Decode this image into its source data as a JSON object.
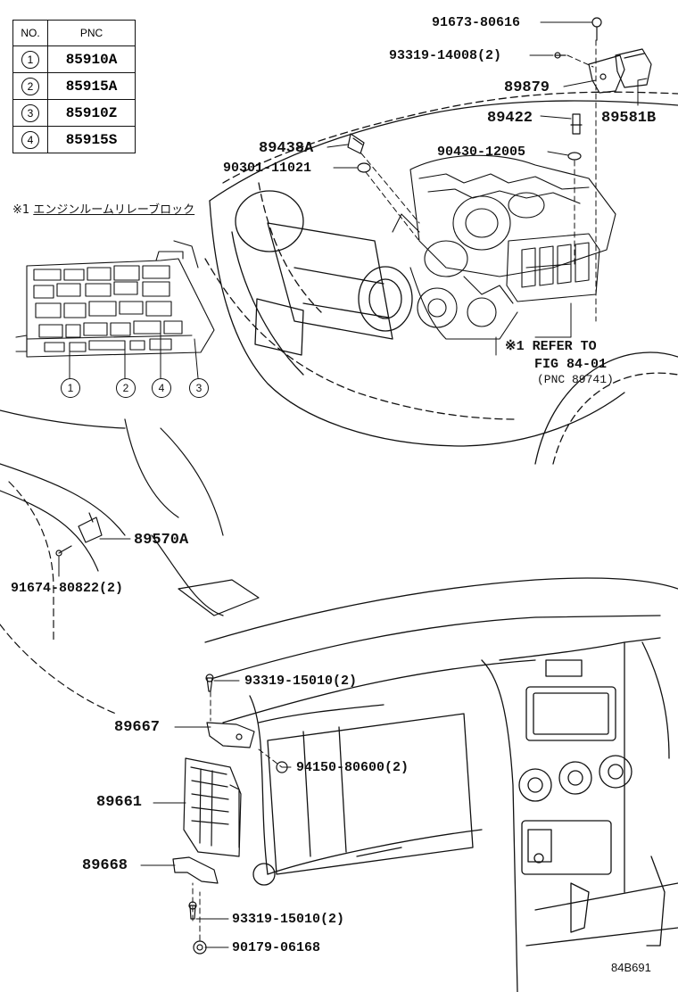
{
  "pnc_table": {
    "headers": {
      "no": "NO.",
      "pnc": "PNC"
    },
    "rows": [
      {
        "no": "1",
        "pnc": "85910A"
      },
      {
        "no": "2",
        "pnc": "85915A"
      },
      {
        "no": "3",
        "pnc": "85910Z"
      },
      {
        "no": "4",
        "pnc": "85915S"
      }
    ]
  },
  "relay_block_note": {
    "mark": "※1 ",
    "text": "エンジンルームリレーブロック"
  },
  "relay_callouts": [
    "1",
    "2",
    "4",
    "3"
  ],
  "part_labels": {
    "p91673": "91673-80616",
    "p93319_14008": "93319-14008(2)",
    "p89879": "89879",
    "p89422": "89422",
    "p89581b": "89581B",
    "p89438a": "89438A",
    "p90301": "90301-11021",
    "p90430": "90430-12005",
    "p89570a": "89570A",
    "p91674": "91674-80822(2)",
    "p93319_15010_top": "93319-15010(2)",
    "p89667": "89667",
    "p94150": "94150-80600(2)",
    "p89661": "89661",
    "p89668": "89668",
    "p93319_15010_bot": "93319-15010(2)",
    "p90179": "90179-06168"
  },
  "refer_note": {
    "line1": "※1 REFER TO",
    "line2": "FIG 84-01",
    "line3": "(PNC 89741)"
  },
  "figure_id": "84B691"
}
